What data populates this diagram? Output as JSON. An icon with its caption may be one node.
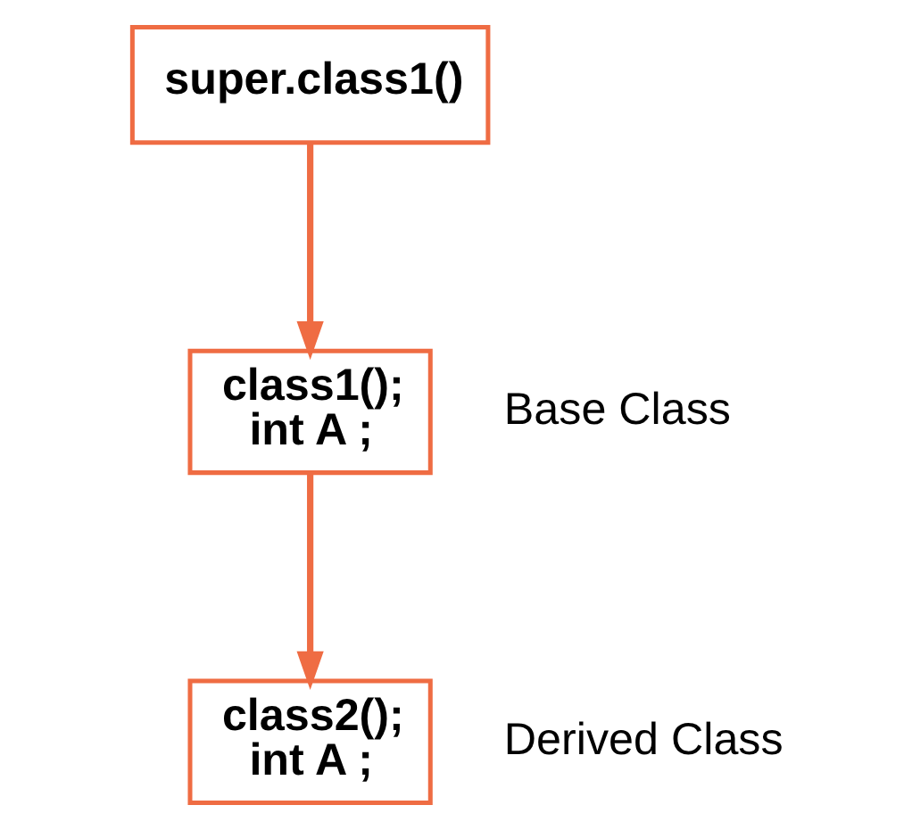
{
  "diagram": {
    "nodes": [
      {
        "text": [
          "super.class1()"
        ]
      },
      {
        "text": [
          "class1();",
          "int A ;"
        ],
        "beside": [
          "Base Class"
        ]
      },
      {
        "text": [
          "class2();",
          "int A ;"
        ],
        "beside": [
          "Derived Class"
        ]
      }
    ],
    "edges": [
      {
        "from": 0,
        "to": 1,
        "arrow": "to"
      },
      {
        "from": 1,
        "to": 2,
        "arrow": "to"
      }
    ]
  }
}
